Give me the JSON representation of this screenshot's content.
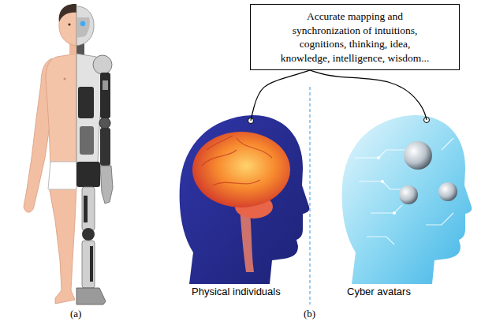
{
  "diagram": {
    "nodes": [
      {
        "text": [
          "Accurate mapping and synchronization of intuitions, cognitions, thinking, idea, knowledge, intelligence, wisdom..."
        ]
      },
      {
        "text": [
          "Physical individuals"
        ]
      },
      {
        "text": [
          "Cyber avatars"
        ]
      }
    ],
    "edges": [
      {
        "from": 0,
        "to": 1,
        "arrow": "none"
      },
      {
        "from": 0,
        "to": 2,
        "arrow": "none"
      }
    ],
    "labels": [
      "(a)",
      "(b)"
    ]
  }
}
